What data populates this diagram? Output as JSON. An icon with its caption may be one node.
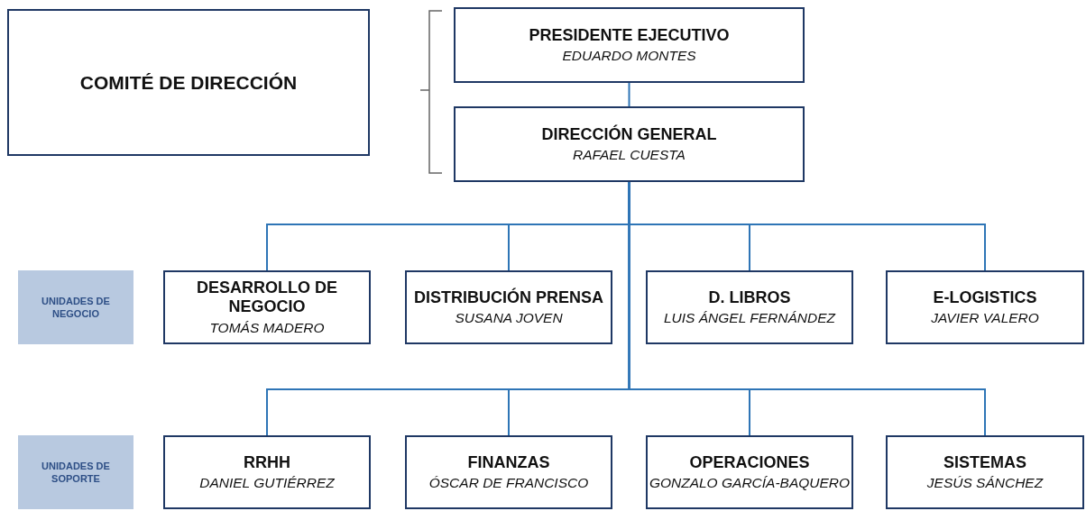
{
  "diagram": {
    "nodes": [
      {
        "text": [
          "COMITÉ DE DIRECCIÓN"
        ]
      },
      {
        "text": [
          "PRESIDENTE EJECUTIVO",
          "EDUARDO MONTES"
        ]
      },
      {
        "text": [
          "DIRECCIÓN GENERAL",
          "RAFAEL CUESTA"
        ]
      },
      {
        "text": [
          "UNIDADES DE NEGOCIO"
        ]
      },
      {
        "text": [
          "DESARROLLO DE NEGOCIO",
          "TOMÁS MADERO"
        ]
      },
      {
        "text": [
          "DISTRIBUCIÓN PRENSA",
          "SUSANA JOVEN"
        ]
      },
      {
        "text": [
          "D. LIBROS",
          "LUIS ÁNGEL FERNÁNDEZ"
        ]
      },
      {
        "text": [
          "E-LOGISTICS",
          "JAVIER VALERO"
        ]
      },
      {
        "text": [
          "UNIDADES DE SOPORTE"
        ]
      },
      {
        "text": [
          "RRHH",
          "DANIEL GUTIÉRREZ"
        ]
      },
      {
        "text": [
          "FINANZAS",
          "ÓSCAR DE FRANCISCO"
        ]
      },
      {
        "text": [
          "OPERACIONES",
          "GONZALO GARCÍA-BAQUERO"
        ]
      },
      {
        "text": [
          "SISTEMAS",
          "JESÚS SÁNCHEZ"
        ]
      }
    ],
    "edges": [
      {
        "from": 1,
        "to": 2,
        "arrow": "none"
      },
      {
        "from": 2,
        "to": 4,
        "arrow": "none"
      },
      {
        "from": 2,
        "to": 5,
        "arrow": "none"
      },
      {
        "from": 2,
        "to": 6,
        "arrow": "none"
      },
      {
        "from": 2,
        "to": 7,
        "arrow": "none"
      },
      {
        "from": 2,
        "to": 9,
        "arrow": "none"
      },
      {
        "from": 2,
        "to": 10,
        "arrow": "none"
      },
      {
        "from": 2,
        "to": 11,
        "arrow": "none"
      },
      {
        "from": 2,
        "to": 12,
        "arrow": "none"
      }
    ]
  }
}
